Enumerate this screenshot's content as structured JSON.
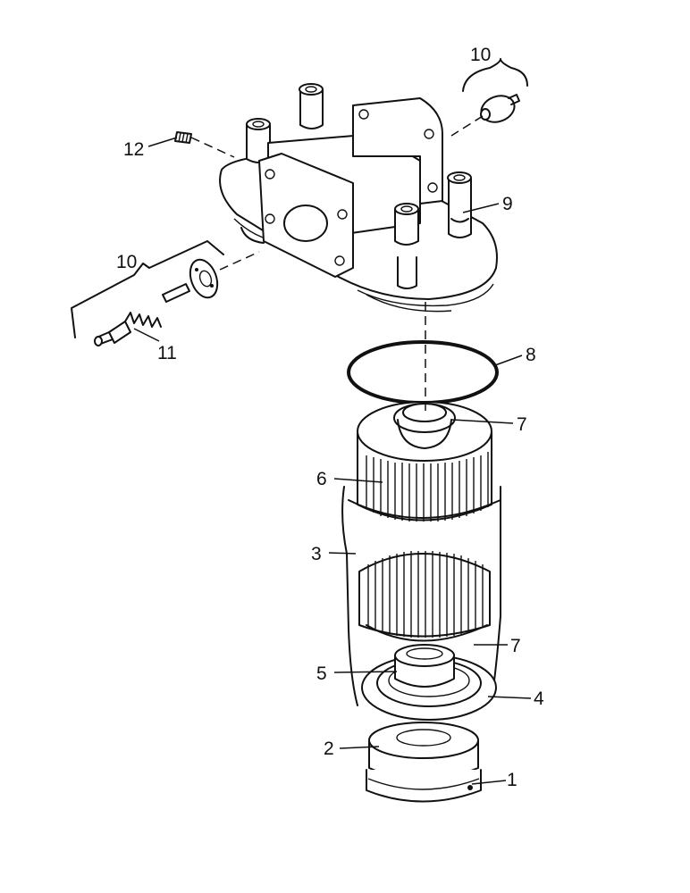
{
  "callouts": {
    "c1": "1",
    "c2": "2",
    "c3": "3",
    "c4": "4",
    "c5": "5",
    "c6": "6",
    "c7_top": "7",
    "c7_bottom": "7",
    "c8": "8",
    "c9": "9",
    "c10_top": "10",
    "c10_left": "10",
    "c11": "11",
    "c12": "12"
  }
}
